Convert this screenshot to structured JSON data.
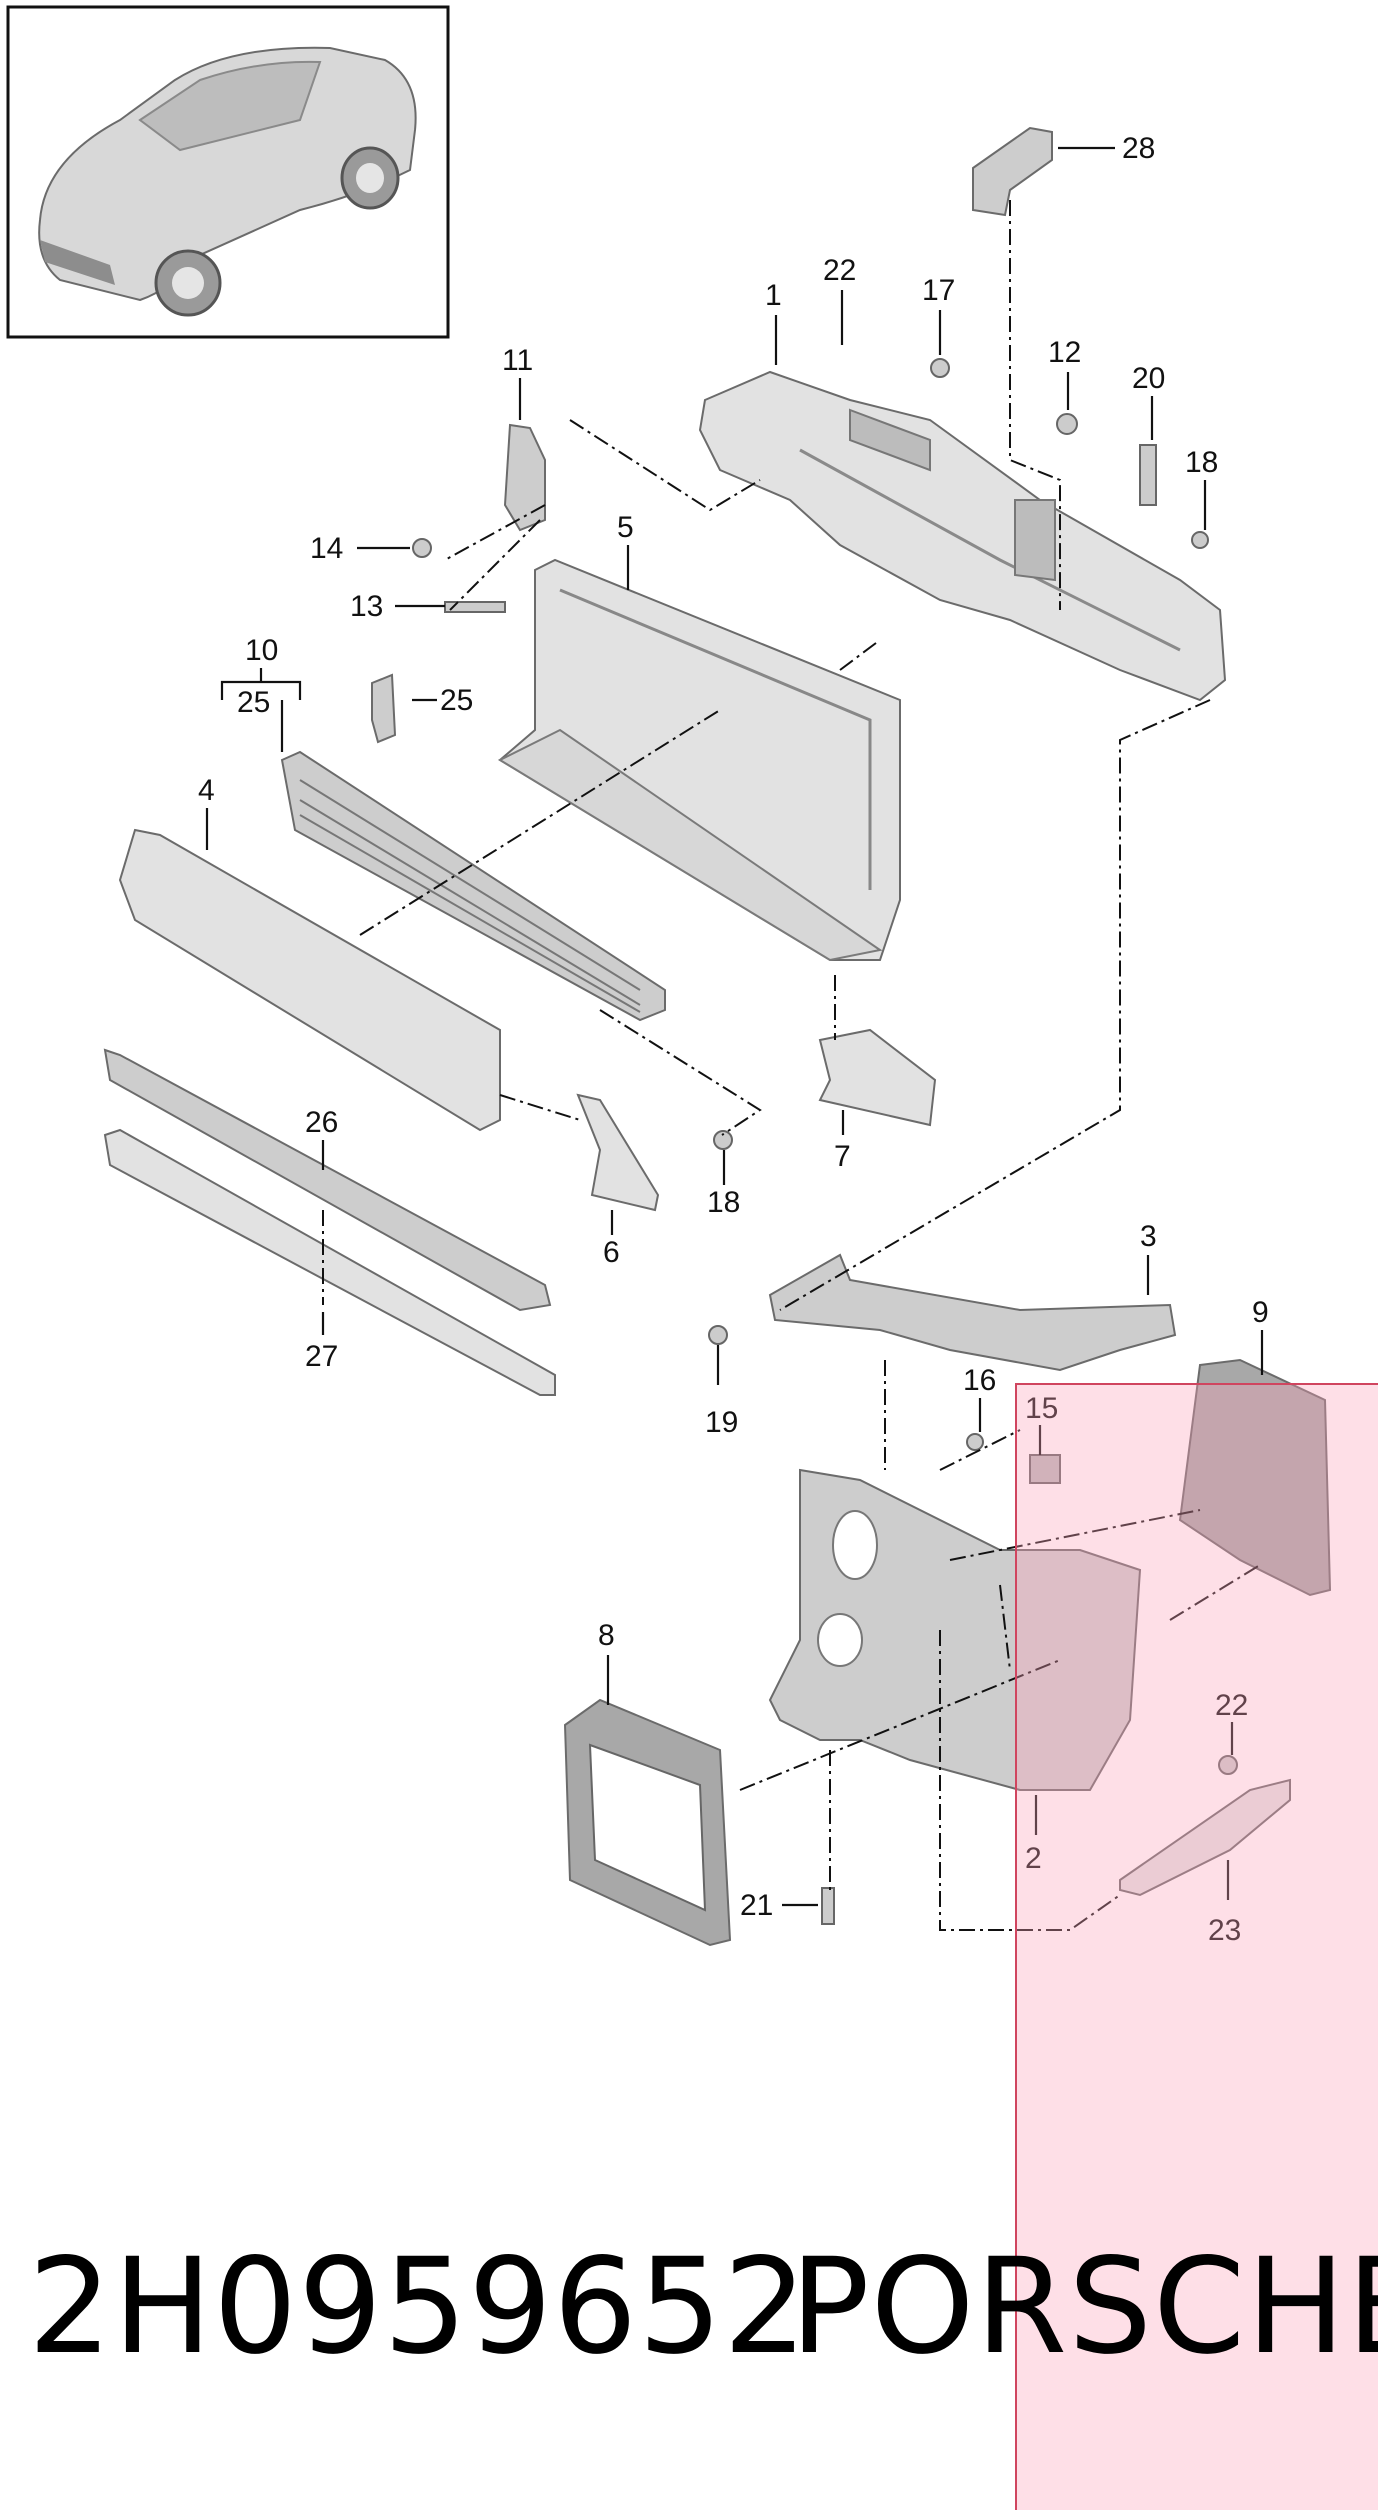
{
  "diagram": {
    "callouts": [
      {
        "id": "c1",
        "label": "1"
      },
      {
        "id": "c2",
        "label": "2"
      },
      {
        "id": "c3",
        "label": "3"
      },
      {
        "id": "c4",
        "label": "4"
      },
      {
        "id": "c5",
        "label": "5"
      },
      {
        "id": "c6",
        "label": "6"
      },
      {
        "id": "c7",
        "label": "7"
      },
      {
        "id": "c8",
        "label": "8"
      },
      {
        "id": "c9",
        "label": "9"
      },
      {
        "id": "c10",
        "label": "10"
      },
      {
        "id": "c10b",
        "label": "25"
      },
      {
        "id": "c11",
        "label": "11"
      },
      {
        "id": "c12",
        "label": "12"
      },
      {
        "id": "c13",
        "label": "13"
      },
      {
        "id": "c14",
        "label": "14"
      },
      {
        "id": "c15",
        "label": "15"
      },
      {
        "id": "c16",
        "label": "16"
      },
      {
        "id": "c17",
        "label": "17"
      },
      {
        "id": "c18a",
        "label": "18"
      },
      {
        "id": "c18b",
        "label": "18"
      },
      {
        "id": "c19",
        "label": "19"
      },
      {
        "id": "c20",
        "label": "20"
      },
      {
        "id": "c21",
        "label": "21"
      },
      {
        "id": "c22a",
        "label": "22"
      },
      {
        "id": "c22b",
        "label": "22"
      },
      {
        "id": "c23",
        "label": "23"
      },
      {
        "id": "c25",
        "label": "25"
      },
      {
        "id": "c26",
        "label": "26"
      },
      {
        "id": "c27",
        "label": "27"
      },
      {
        "id": "c28",
        "label": "28"
      }
    ]
  },
  "footer": {
    "part_number": "2H0959652",
    "brand": "PORSCHE"
  },
  "colors": {
    "highlight_fill": "#fca0b9",
    "highlight_border": "#d0455f",
    "part_gray": "#cdcdcd",
    "line": "#111111"
  }
}
